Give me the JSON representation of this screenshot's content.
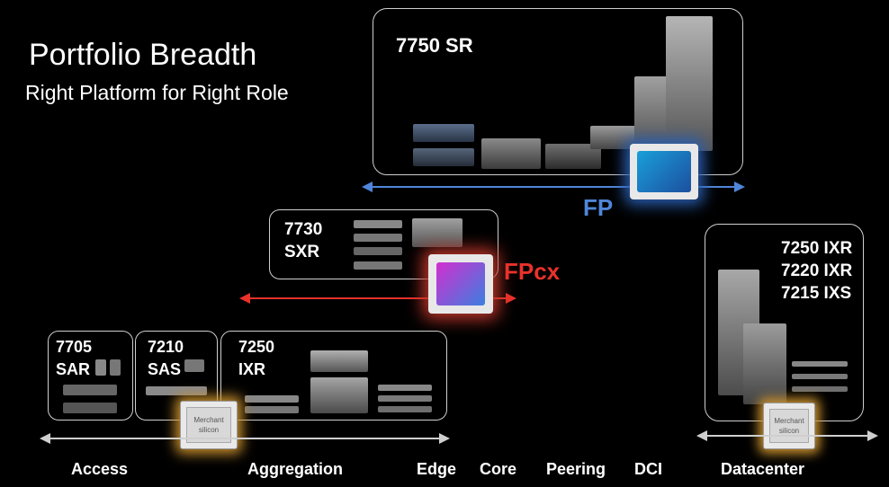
{
  "slide": {
    "title": "Portfolio Breadth",
    "subtitle": "Right Platform for Right Role"
  },
  "platforms": {
    "sr7750": "7750 SR",
    "sxr7730": "7730\nSXR",
    "sar7705": "7705\nSAR",
    "sas7210": "7210\nSAS",
    "ixr7250": "7250\nIXR",
    "datacenter": "7250 IXR\n7220 IXR\n7215 IXS"
  },
  "silicon": {
    "fp": "FP",
    "fpcx": "FPcx",
    "merchant_access": "Merchant silicon",
    "merchant_datacenter": "Merchant silicon"
  },
  "axis_labels": {
    "access": "Access",
    "aggregation": "Aggregation",
    "edge": "Edge",
    "core": "Core",
    "peering": "Peering",
    "dci": "DCI",
    "datacenter": "Datacenter"
  },
  "colors": {
    "fp": "#4f86d9",
    "fpcx": "#e8322a",
    "merchant_glow": "#c9912e",
    "axis_arrow": "#cfcfcf"
  }
}
